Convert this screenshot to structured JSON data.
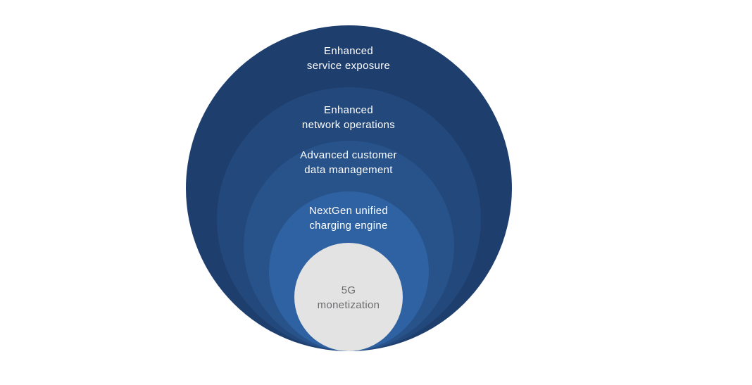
{
  "diagram": {
    "type": "nested-circles",
    "background": "#ffffff",
    "layers": [
      {
        "line1": "Enhanced",
        "line2": "service exposure",
        "color": "#1e3e6e",
        "text_color": "#ffffff"
      },
      {
        "line1": "Enhanced",
        "line2": "network operations",
        "color": "#23487c",
        "text_color": "#ffffff"
      },
      {
        "line1": "Advanced customer",
        "line2": "data management",
        "color": "#28528a",
        "text_color": "#ffffff"
      },
      {
        "line1": "NextGen unified",
        "line2": "charging engine",
        "color": "#2f62a2",
        "text_color": "#ffffff"
      },
      {
        "line1": "5G",
        "line2": "monetization",
        "color": "#e3e3e4",
        "text_color": "#6b6c6e"
      }
    ]
  }
}
